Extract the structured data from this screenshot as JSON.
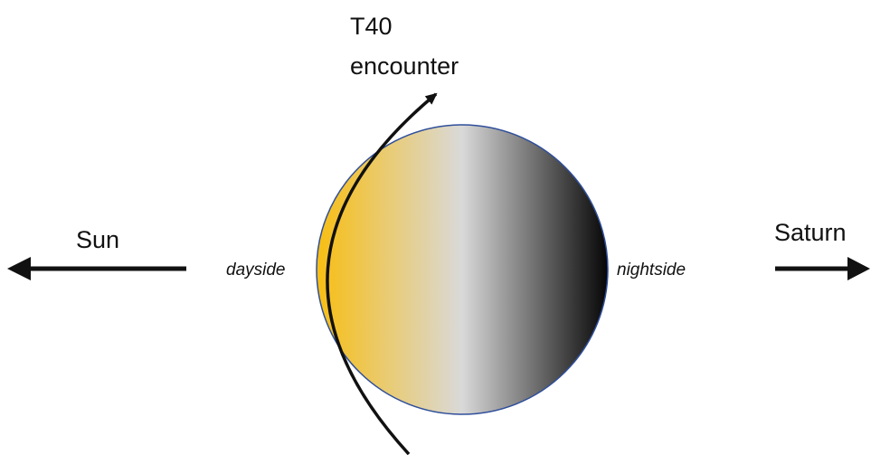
{
  "labels": {
    "encounter_line1": "T40",
    "encounter_line2": "encounter",
    "sun": "Sun",
    "saturn": "Saturn",
    "dayside": "dayside",
    "nightside": "nightside"
  },
  "colors": {
    "day_color": "#f8be12",
    "night_color": "#060606",
    "terminator_color": "#d9d9d9",
    "outline": "#2f4f9a",
    "ink": "#111111"
  }
}
